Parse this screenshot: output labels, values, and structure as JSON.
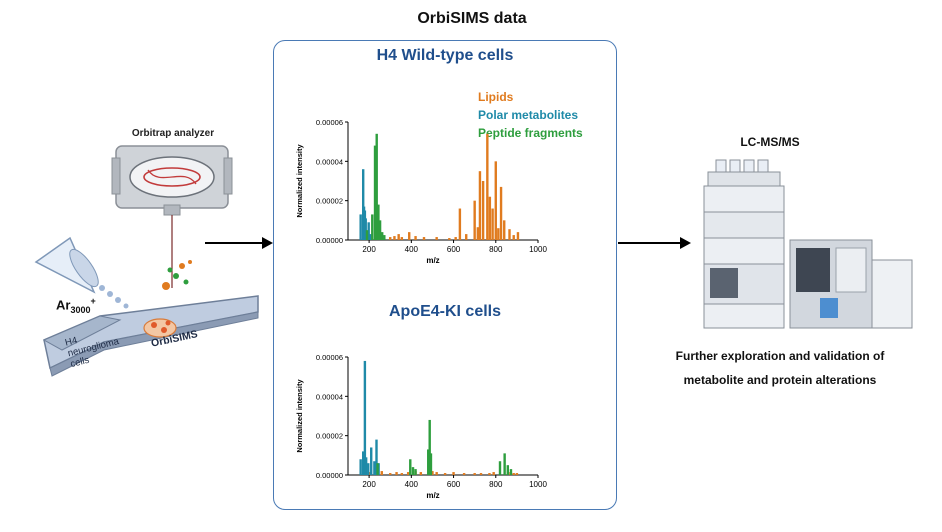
{
  "header": {
    "title": "OrbiSIMS data"
  },
  "left_panel": {
    "analyzer_label": "Orbitrap analyzer",
    "ion_source_label": "Ar",
    "ion_source_subscript": "3000",
    "ion_source_superscript": "+",
    "slide_sample_label": "H4 neuroglioma cells",
    "slide_instrument_label": "OrbiSIMS"
  },
  "center_panel": {
    "legend": [
      {
        "label": "Lipids",
        "color": "#e07b1f"
      },
      {
        "label": "Polar metabolites",
        "color": "#1f8aa8"
      },
      {
        "label": "Peptide fragments",
        "color": "#2e9e3e"
      }
    ]
  },
  "right_panel": {
    "title": "LC-MS/MS",
    "caption_line1": "Further exploration and validation of",
    "caption_line2": "metabolite and protein alterations"
  },
  "colors": {
    "box_border": "#4a7ab5",
    "panel_title": "#1f4e8c",
    "lipids": "#e07b1f",
    "polar": "#1f8aa8",
    "peptide": "#2e9e3e"
  },
  "chart_data": [
    {
      "type": "bar",
      "title": "H4 Wild-type cells",
      "xlabel": "m/z",
      "ylabel": "Normalized intensity",
      "xlim": [
        100,
        1000
      ],
      "ylim": [
        0,
        6e-05
      ],
      "xticks": [
        "200",
        "400",
        "600",
        "800",
        "1000"
      ],
      "yticks": [
        "0.00000",
        "0.00002",
        "0.00004",
        "0.00006"
      ],
      "series": [
        {
          "name": "Lipids",
          "color": "#e07b1f",
          "x": [
            300,
            320,
            340,
            355,
            390,
            420,
            460,
            520,
            580,
            610,
            630,
            660,
            700,
            715,
            725,
            740,
            760,
            772,
            785,
            800,
            812,
            825,
            840,
            865,
            885,
            905
          ],
          "y": [
            1.5e-06,
            2e-06,
            3e-06,
            1.5e-06,
            4e-06,
            2e-06,
            1.5e-06,
            1.5e-06,
            1e-06,
            1.5e-06,
            1.6e-05,
            3e-06,
            2e-05,
            6.5e-06,
            3.5e-05,
            3e-05,
            5.4e-05,
            2.2e-05,
            1.6e-05,
            4e-05,
            6e-06,
            2.7e-05,
            1e-05,
            5.5e-06,
            2.5e-06,
            4e-06
          ]
        },
        {
          "name": "Polar metabolites",
          "color": "#1f8aa8",
          "x": [
            160,
            172,
            176,
            180,
            184,
            198,
            205
          ],
          "y": [
            1.3e-05,
            3.6e-05,
            1.7e-05,
            1.5e-05,
            1.1e-05,
            9e-06,
            3e-06
          ]
        },
        {
          "name": "Peptide fragments",
          "color": "#2e9e3e",
          "x": [
            190,
            215,
            228,
            236,
            244,
            252,
            262,
            272
          ],
          "y": [
            5e-06,
            1.3e-05,
            4.8e-05,
            5.4e-05,
            1.8e-05,
            1e-05,
            4e-06,
            2.5e-06
          ]
        }
      ]
    },
    {
      "type": "bar",
      "title": "ApoE4-KI cells",
      "xlabel": "m/z",
      "ylabel": "Normalized intensity",
      "xlim": [
        100,
        1000
      ],
      "ylim": [
        0,
        6e-05
      ],
      "xticks": [
        "200",
        "400",
        "600",
        "800",
        "1000"
      ],
      "yticks": [
        "0.00000",
        "0.00002",
        "0.00004",
        "0.00006"
      ],
      "series": [
        {
          "name": "Lipids",
          "color": "#e07b1f",
          "x": [
            205,
            260,
            300,
            330,
            355,
            385,
            420,
            445,
            500,
            520,
            560,
            600,
            650,
            700,
            730,
            770,
            790,
            860,
            885,
            900
          ],
          "y": [
            1.5e-06,
            2e-06,
            1e-06,
            1.5e-06,
            1e-06,
            1.5e-06,
            2e-06,
            1.5e-06,
            2e-06,
            1.5e-06,
            1e-06,
            1.5e-06,
            1e-06,
            1e-06,
            1e-06,
            1e-06,
            1.5e-06,
            1.5e-06,
            1e-06,
            1e-06
          ]
        },
        {
          "name": "Polar metabolites",
          "color": "#1f8aa8",
          "x": [
            160,
            172,
            180,
            186,
            196,
            210,
            225,
            235,
            245
          ],
          "y": [
            8e-06,
            1.2e-05,
            5.8e-05,
            9e-06,
            6e-06,
            1.4e-05,
            7e-06,
            1.8e-05,
            6e-06
          ]
        },
        {
          "name": "Peptide fragments",
          "color": "#2e9e3e",
          "x": [
            240,
            395,
            408,
            420,
            480,
            487,
            493,
            820,
            842,
            857,
            872
          ],
          "y": [
            6e-06,
            8e-06,
            4e-06,
            3e-06,
            1.3e-05,
            2.8e-05,
            1.1e-05,
            7e-06,
            1.1e-05,
            5e-06,
            3e-06
          ]
        }
      ]
    }
  ]
}
